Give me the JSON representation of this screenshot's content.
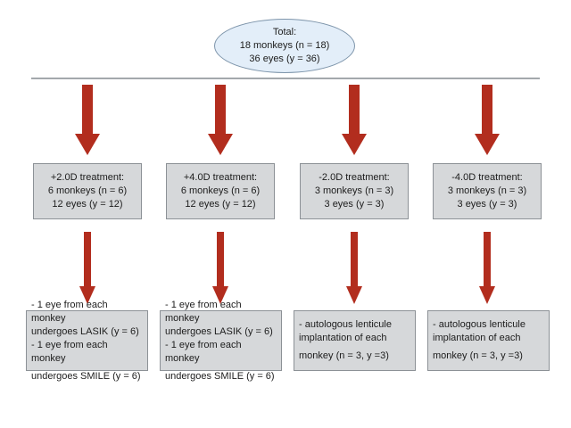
{
  "total_node": {
    "lines": [
      "Total:",
      "18 monkeys (n = 18)",
      "36 eyes (y = 36)"
    ]
  },
  "columns": [
    {
      "treatment": [
        "+2.0D treatment:",
        "6 monkeys (n = 6)",
        "12 eyes (y = 12)"
      ],
      "procedure": [
        "- 1 eye from each monkey",
        "undergoes LASIK (y = 6)",
        "- 1 eye from each monkey",
        "undergoes SMILE (y = 6)"
      ]
    },
    {
      "treatment": [
        "+4.0D treatment:",
        "6 monkeys (n = 6)",
        "12 eyes (y = 12)"
      ],
      "procedure": [
        "- 1 eye from each monkey",
        "undergoes LASIK (y = 6)",
        "- 1 eye from each monkey",
        "undergoes SMILE (y = 6)"
      ]
    },
    {
      "treatment": [
        "-2.0D treatment:",
        "3 monkeys (n = 3)",
        "3 eyes (y = 3)"
      ],
      "procedure": [
        "- autologous lenticule",
        "implantation of each",
        "monkey (n = 3, y =3)"
      ]
    },
    {
      "treatment": [
        "-4.0D treatment:",
        "3 monkeys (n = 3)",
        "3 eyes (y = 3)"
      ],
      "procedure": [
        "- autologous lenticule",
        "implantation of each",
        "monkey (n = 3, y =3)"
      ]
    }
  ],
  "colors": {
    "arrow": "#b22d1e",
    "box_fill": "#d6d8da",
    "box_border": "#8c9196",
    "ellipse_fill": "#e3eef9",
    "ellipse_border": "#7e95ab",
    "divider": "#8d9296",
    "text": "#1c1c1c"
  }
}
